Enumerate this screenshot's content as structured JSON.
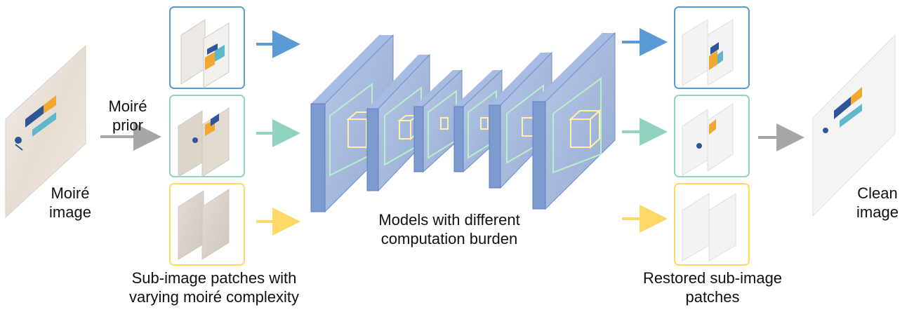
{
  "labels": {
    "moire_prior_line1": "Moiré",
    "moire_prior_line2": "prior",
    "moire_image_line1": "Moiré",
    "moire_image_line2": "image",
    "patches_caption_line1": "Sub-image patches with",
    "patches_caption_line2": "varying moiré complexity",
    "models_caption_line1": "Models with different",
    "models_caption_line2": "computation burden",
    "restored_caption_line1": "Restored sub-image",
    "restored_caption_line2": "patches",
    "clean_image_line1": "Clean",
    "clean_image_line2": "image"
  },
  "colors": {
    "blue": "#5b9bd5",
    "green": "#8fd3c0",
    "yellow": "#ffd966",
    "gray_arrow": "#a6a6a6",
    "layer_front": "#9fb4d9",
    "layer_side": "#6f8fc9",
    "inner_box": "#b8efc8",
    "cube": "#fff2a8"
  },
  "icons": [
    "right-arrow-icon",
    "cube-icon",
    "image-thumbnail-icon"
  ]
}
